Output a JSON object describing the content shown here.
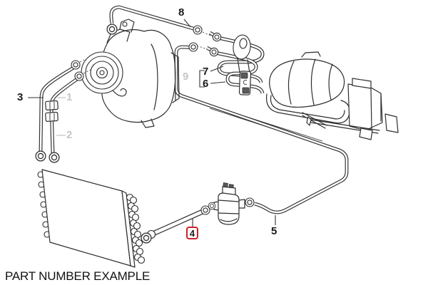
{
  "caption": "PART NUMBER EXAMPLE",
  "part_labels": {
    "p1": "1",
    "p2": "2",
    "p3": "3",
    "p4": "4",
    "p5": "5",
    "p6": "6",
    "p7": "7",
    "p8": "8",
    "p9": "9"
  },
  "highlighted_part": "4",
  "muted_parts": [
    "1",
    "2",
    "9"
  ],
  "colors": {
    "background": "#ffffff",
    "line_art": "#2e2e2e",
    "label_text": "#1a1a1a",
    "muted_label_text": "#c6c6c6",
    "highlight_box_border": "#cc2229"
  }
}
